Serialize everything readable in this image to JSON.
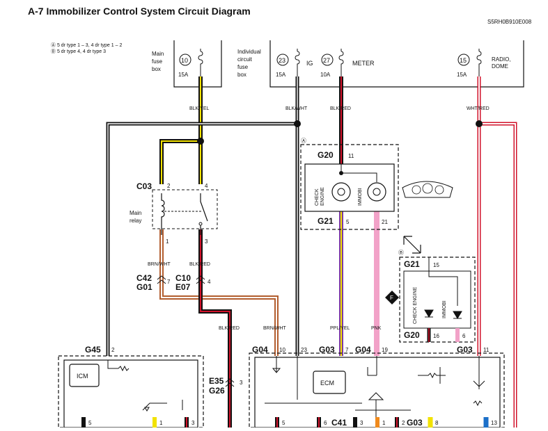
{
  "header": {
    "title": "A-7 Immobilizer Control System Circuit Diagram",
    "code": "S5RH0B910E008"
  },
  "notes": {
    "a": "Ⓐ 5 dr type 1 – 3, 4 dr type 1 – 2",
    "b": "Ⓑ 5 dr type 4, 4 dr type 3"
  },
  "fuses": {
    "main_box_label": [
      "Main",
      "fuse",
      "box"
    ],
    "circuit_box_label": [
      "Individual",
      "circuit",
      "fuse",
      "box"
    ],
    "f10": {
      "num": "10",
      "amp": "15A"
    },
    "f23": {
      "num": "23",
      "amp": "15A",
      "label": "IG"
    },
    "f27": {
      "num": "27",
      "amp": "10A",
      "label": "METER"
    },
    "f15": {
      "num": "15",
      "amp": "15A",
      "label": [
        "RADIO,",
        "DOME"
      ]
    }
  },
  "wires": {
    "blk_yel": "BLK/YEL",
    "blk_wht": "BLK/WHT",
    "blk_red": "BLK/RED",
    "wht_red": "WHT/RED",
    "brn_wht": "BRN/WHT",
    "ppl_yel": "PPL/YEL",
    "pnk": "PNK"
  },
  "relay": {
    "connector": "C03",
    "label": [
      "Main",
      "relay"
    ],
    "pins": {
      "p2": "2",
      "p4": "4",
      "p1": "1",
      "p3": "3"
    }
  },
  "connectors": {
    "c42": "C42",
    "g01": "G01",
    "c42_pin": "7",
    "c10": "C10",
    "e07": "E07",
    "c10_pin": "4",
    "e35": "E35",
    "g26": "G26",
    "e35_pin": "3",
    "g45": "G45",
    "g45_pin": "2",
    "g04a": "G04",
    "g04a_pin": "10",
    "pin23": "23",
    "g03a": "G03",
    "g03a_pin": "7",
    "g04b": "G04",
    "g04b_pin": "19",
    "g03b": "G03",
    "g03b_pin": "11",
    "c41": "C41",
    "g03c": "G03"
  },
  "meter": {
    "marker_a": "Ⓐ",
    "g20": "G20",
    "g20_pin": "11",
    "g21": "G21",
    "g21_pin5": "5",
    "g21_pin21": "21",
    "check_engine": [
      "CHECK",
      "ENGINE"
    ],
    "immobi": "IMMOBI"
  },
  "meter_b": {
    "marker_b": "Ⓑ",
    "g21": "G21",
    "g21_pin": "15",
    "g20": "G20",
    "g20_pin16": "16",
    "g20_pin6": "6",
    "check_engine": "CHECK ENGINE",
    "immobi": "IMMOBI"
  },
  "modules": {
    "icm": "ICM",
    "ecm": "ECM",
    "diamond": "F"
  },
  "bottom_pins": {
    "icm": [
      "5",
      "1",
      "3"
    ],
    "ecm": [
      "5",
      "6",
      "3",
      "1",
      "2",
      "8",
      "13"
    ]
  },
  "colors": {
    "yellow": "#f2e200",
    "red": "#d1122a",
    "brown": "#b25d2e",
    "pink": "#f2a2c8",
    "purple": "#7d3aa0",
    "black": "#111111",
    "grey": "#9a9a9a",
    "blue": "#1b6fc8",
    "orange": "#f08a1c"
  }
}
